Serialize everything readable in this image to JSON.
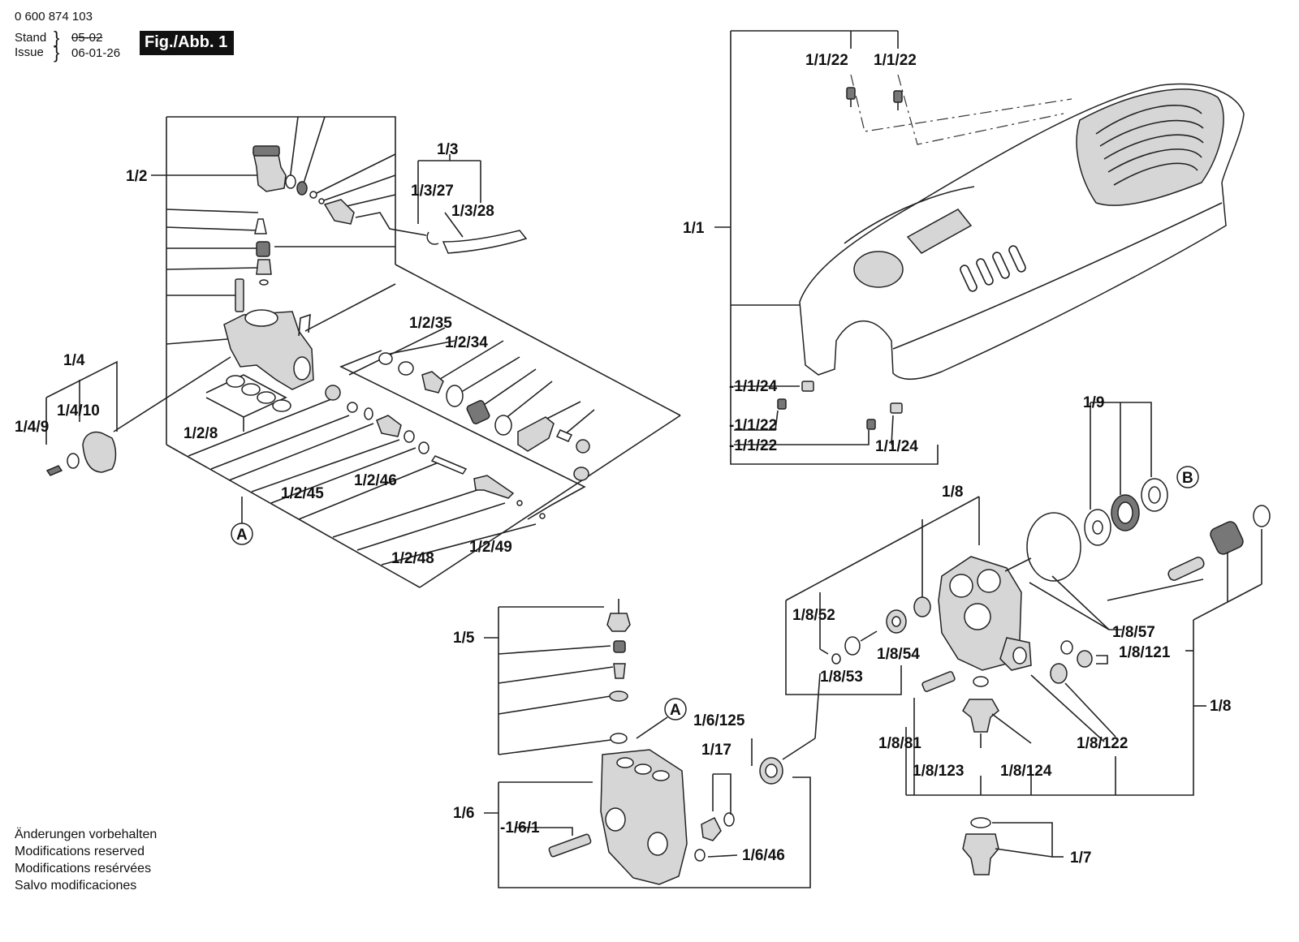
{
  "header": {
    "doc_number": "0 600 874 103",
    "stand_label": "Stand",
    "issue_label": "Issue",
    "old_date": "05-02",
    "new_date": "06-01-26",
    "figure_label": "Fig./Abb. 1"
  },
  "footer": {
    "lines": [
      "Änderungen vorbehalten",
      "Modifications reserved",
      "Modifications resérvées",
      "Salvo modificaciones"
    ]
  },
  "callouts": {
    "a": "A",
    "b": "B"
  },
  "labels": {
    "p1_1": "1/1",
    "p1_1_22a": "1/1/22",
    "p1_1_22b": "1/1/22",
    "p1_1_22c": "-1/1/22",
    "p1_1_22d": "-1/1/22",
    "p1_1_24a": "-1/1/24",
    "p1_1_24b": "1/1/24",
    "p1_2": "1/2",
    "p1_2_8": "1/2/8",
    "p1_2_34": "1/2/34",
    "p1_2_35": "1/2/35",
    "p1_2_45": "1/2/45",
    "p1_2_46": "1/2/46",
    "p1_2_48": "1/2/48",
    "p1_2_49": "1/2/49",
    "p1_3": "1/3",
    "p1_3_27": "1/3/27",
    "p1_3_28": "1/3/28",
    "p1_4": "1/4",
    "p1_4_9": "1/4/9",
    "p1_4_10": "1/4/10",
    "p1_5": "1/5",
    "p1_6": "1/6",
    "p1_6_1": "-1/6/1",
    "p1_6_46": "1/6/46",
    "p1_6_125": "1/6/125",
    "p1_7": "1/7",
    "p1_8a": "1/8",
    "p1_8b": "1/8",
    "p1_8_52": "1/8/52",
    "p1_8_53": "1/8/53",
    "p1_8_54": "1/8/54",
    "p1_8_57": "1/8/57",
    "p1_8_81": "1/8/81",
    "p1_8_121": "1/8/121",
    "p1_8_122": "1/8/122",
    "p1_8_123": "1/8/123",
    "p1_8_124": "1/8/124",
    "p1_9": "1/9",
    "p1_17": "1/17"
  }
}
